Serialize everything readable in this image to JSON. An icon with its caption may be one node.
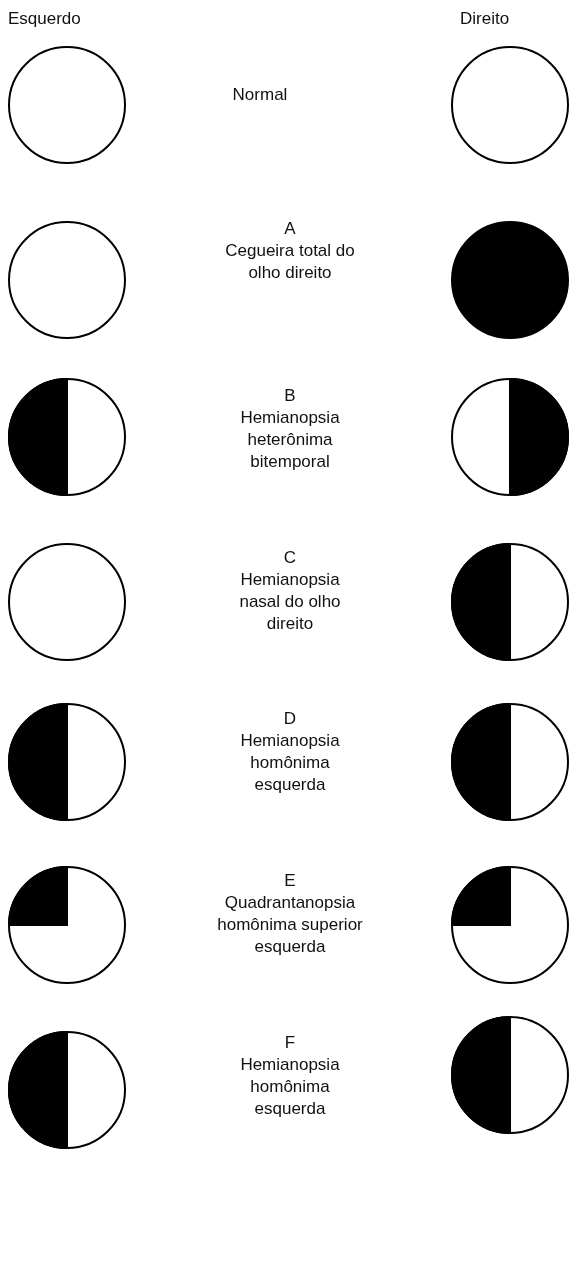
{
  "diagram": {
    "labels": [
      "Esquerdo",
      "Direito",
      "Normal",
      "A",
      "Cegueira total do olho direito",
      "B",
      "Hemianopsia heterônima bitemporal",
      "C",
      "Hemianopsia nasal do olho direito",
      "D",
      "Hemianopsia homônima esquerda",
      "E",
      "Quadrantanopsia homônima superior esquerda",
      "F",
      "Hemianopsia homônima esquerda"
    ]
  }
}
